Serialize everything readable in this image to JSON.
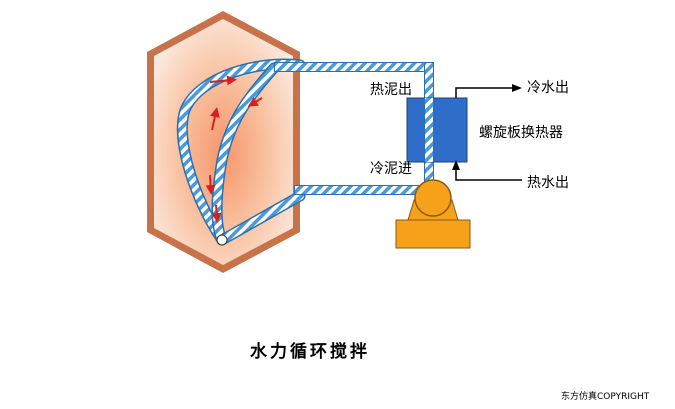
{
  "labels": {
    "hot_sludge_out": "热泥出",
    "cold_water_out": "冷水出",
    "heat_exchanger": "螺旋板换热器",
    "cold_sludge_in": "冷泥进",
    "hot_water_out": "热水出"
  },
  "caption": "水力循环搅拌",
  "copyright": "东方仿真COPYRIGHT",
  "colors": {
    "digester_frame": "#c8724a",
    "digester_fill": "#f5c29e",
    "pipe_stripe_a": "#4a9ad8",
    "pipe_stripe_b": "#ffffff",
    "exchanger": "#2f6ec8",
    "pump": "#f5a21a",
    "flow_arrow": "#d81e1e"
  }
}
